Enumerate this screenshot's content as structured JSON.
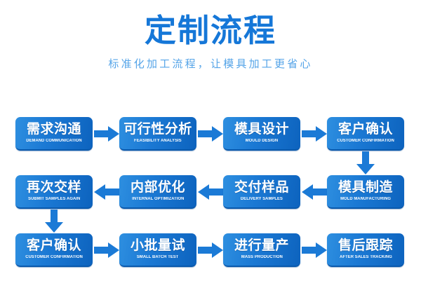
{
  "header": {
    "title": "定制流程",
    "subtitle": "标准化加工流程，让模具加工更省心",
    "title_color": "#1577D8",
    "subtitle_color": "#55A4E8"
  },
  "theme": {
    "background": "#FFFFFF",
    "box_gradient_start": "#2E8FE0",
    "box_gradient_end": "#0D63BE",
    "box_border_bottom": "#0A59AC",
    "arrow_color": "#1B7AD6",
    "box_text_color": "#FFFFFF"
  },
  "flow": {
    "rows": [
      {
        "direction": "right",
        "steps": [
          {
            "cn": "需求沟通",
            "en": "DEMAND COMMUNICATION"
          },
          {
            "cn": "可行性分析",
            "en": "FEASIBILITY ANALYSIS"
          },
          {
            "cn": "模具设计",
            "en": "MOULD DESIGN"
          },
          {
            "cn": "客户确认",
            "en": "CUSTOMER CONFIRMATION"
          }
        ]
      },
      {
        "direction": "left",
        "steps": [
          {
            "cn": "再次交样",
            "en": "SUBMIT SAMPLES AGAIN"
          },
          {
            "cn": "内部优化",
            "en": "INTERNAL OPTIMIZATION"
          },
          {
            "cn": "交付样品",
            "en": "DELIVERY SAMPLES"
          },
          {
            "cn": "模具制造",
            "en": "MOLD MANUFACTURING"
          }
        ]
      },
      {
        "direction": "right",
        "steps": [
          {
            "cn": "客户确认",
            "en": "CUSTOMER CONFIRMATION"
          },
          {
            "cn": "小批量试",
            "en": "SMALL BATCH TEST"
          },
          {
            "cn": "进行量产",
            "en": "MASS PRODUCTION"
          },
          {
            "cn": "售后跟踪",
            "en": "AFTER SALES TRACKING"
          }
        ]
      }
    ],
    "connectors": [
      {
        "name": "row1-to-row2",
        "direction": "down",
        "side": "right"
      },
      {
        "name": "row2-to-row3",
        "direction": "down",
        "side": "left"
      }
    ]
  }
}
